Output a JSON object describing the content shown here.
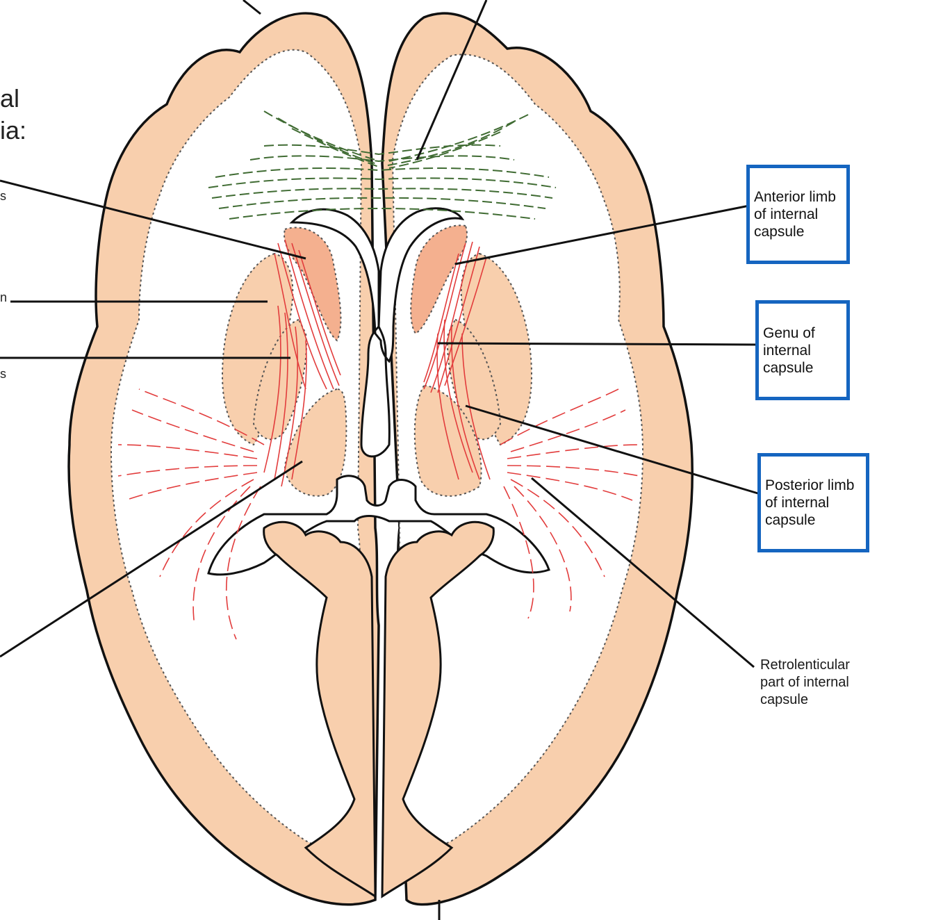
{
  "labels": {
    "anterior_limb": "Anterior limb\nof internal\ncapsule",
    "genu": "Genu of\ninternal\ncapsule",
    "posterior_limb": "Posterior limb\nof internal\ncapsule",
    "retrolenticular": "Retrolenticular\npart of internal\ncapsule"
  },
  "cutoff_text": {
    "line1": "al",
    "line2": "ia:",
    "mid1": "n",
    "mid2": "s",
    "top": "s"
  },
  "colors": {
    "tissue": "#f8cfad",
    "tissue_dark": "#f4b08f",
    "outline": "#111111",
    "red_fibers": "#e23c3c",
    "green_fibers": "#3f6b32",
    "label_border": "#1565c0"
  }
}
